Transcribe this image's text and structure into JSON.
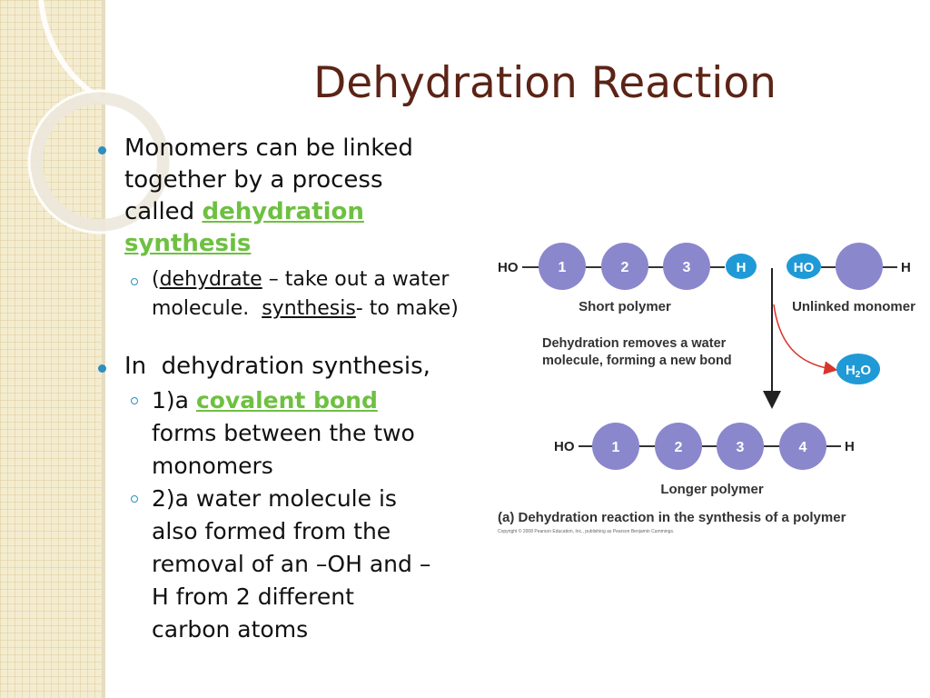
{
  "title": "Dehydration Reaction",
  "bullets": {
    "b1_line1": "Monomers can be linked",
    "b1_line2": "together by a process",
    "b1_line3_prefix": "called ",
    "b1_term_line1": "dehydration",
    "b1_term_line2": "synthesis",
    "sub1_open": "(",
    "sub1_word1": "dehydrate",
    "sub1_mid": " – take out a water",
    "sub1_line2_prefix": "molecule.  ",
    "sub1_word2": "synthesis",
    "sub1_end": "- to make)",
    "b2_line1": "In  dehydration synthesis,",
    "sub2_prefix": "1)a ",
    "sub2_term": "covalent bond",
    "sub2_line2": "forms between the two",
    "sub2_line3": "monomers",
    "sub3_line1": "2)a water molecule is",
    "sub3_line2": "also formed from the",
    "sub3_line3": "removal of an –OH and –",
    "sub3_line4": "H from 2 different",
    "sub3_line5": "carbon atoms"
  },
  "diagram": {
    "top_left_end": "HO",
    "short_polymer_units": [
      "1",
      "2",
      "3"
    ],
    "h_cap": "H",
    "ho_cap": "HO",
    "monomer_right_end": "H",
    "short_polymer_label": "Short polymer",
    "unlinked_monomer_label": "Unlinked monomer",
    "removal_line1": "Dehydration removes a water",
    "removal_line2": "molecule, forming a new bond",
    "water_main": "H",
    "water_sub": "2",
    "water_end": "O",
    "bottom_left_end": "HO",
    "longer_polymer_units": [
      "1",
      "2",
      "3",
      "4"
    ],
    "bottom_right_end": "H",
    "longer_polymer_label": "Longer polymer",
    "caption": "(a) Dehydration reaction in the synthesis of a polymer",
    "copyright": "Copyright © 2008 Pearson Education, Inc., publishing as Pearson Benjamin Cummings."
  },
  "colors": {
    "monomer": "#8b87cc",
    "cap": "#1f9ad6",
    "title": "#5b2416",
    "accent_term": "#6ec041",
    "bullet": "#2b8fbf",
    "arrow": "#d9342b"
  }
}
